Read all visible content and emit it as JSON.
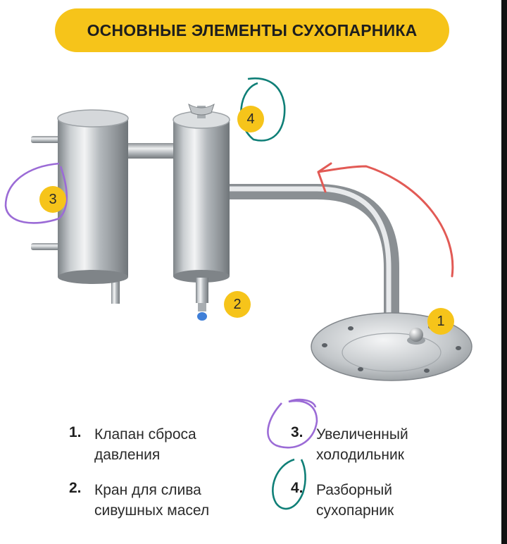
{
  "title": "ОСНОВНЫЕ ЭЛЕМЕНТЫ СУХОПАРНИКА",
  "badges": [
    "1",
    "2",
    "3",
    "4"
  ],
  "legend": [
    {
      "num": "1.",
      "line1": "Клапан сброса",
      "line2": "давления"
    },
    {
      "num": "2.",
      "line1": "Кран для слива",
      "line2": "сивушных масел"
    },
    {
      "num": "3.",
      "line1": "Увеличенный",
      "line2": "холодильник"
    },
    {
      "num": "4.",
      "line1": "Разборный",
      "line2": "сухопарник"
    }
  ],
  "colors": {
    "accent_yellow": "#f6c41a",
    "annotation_red": "#e25a55",
    "annotation_purple": "#9b6bd6",
    "annotation_teal": "#0f7f77"
  }
}
